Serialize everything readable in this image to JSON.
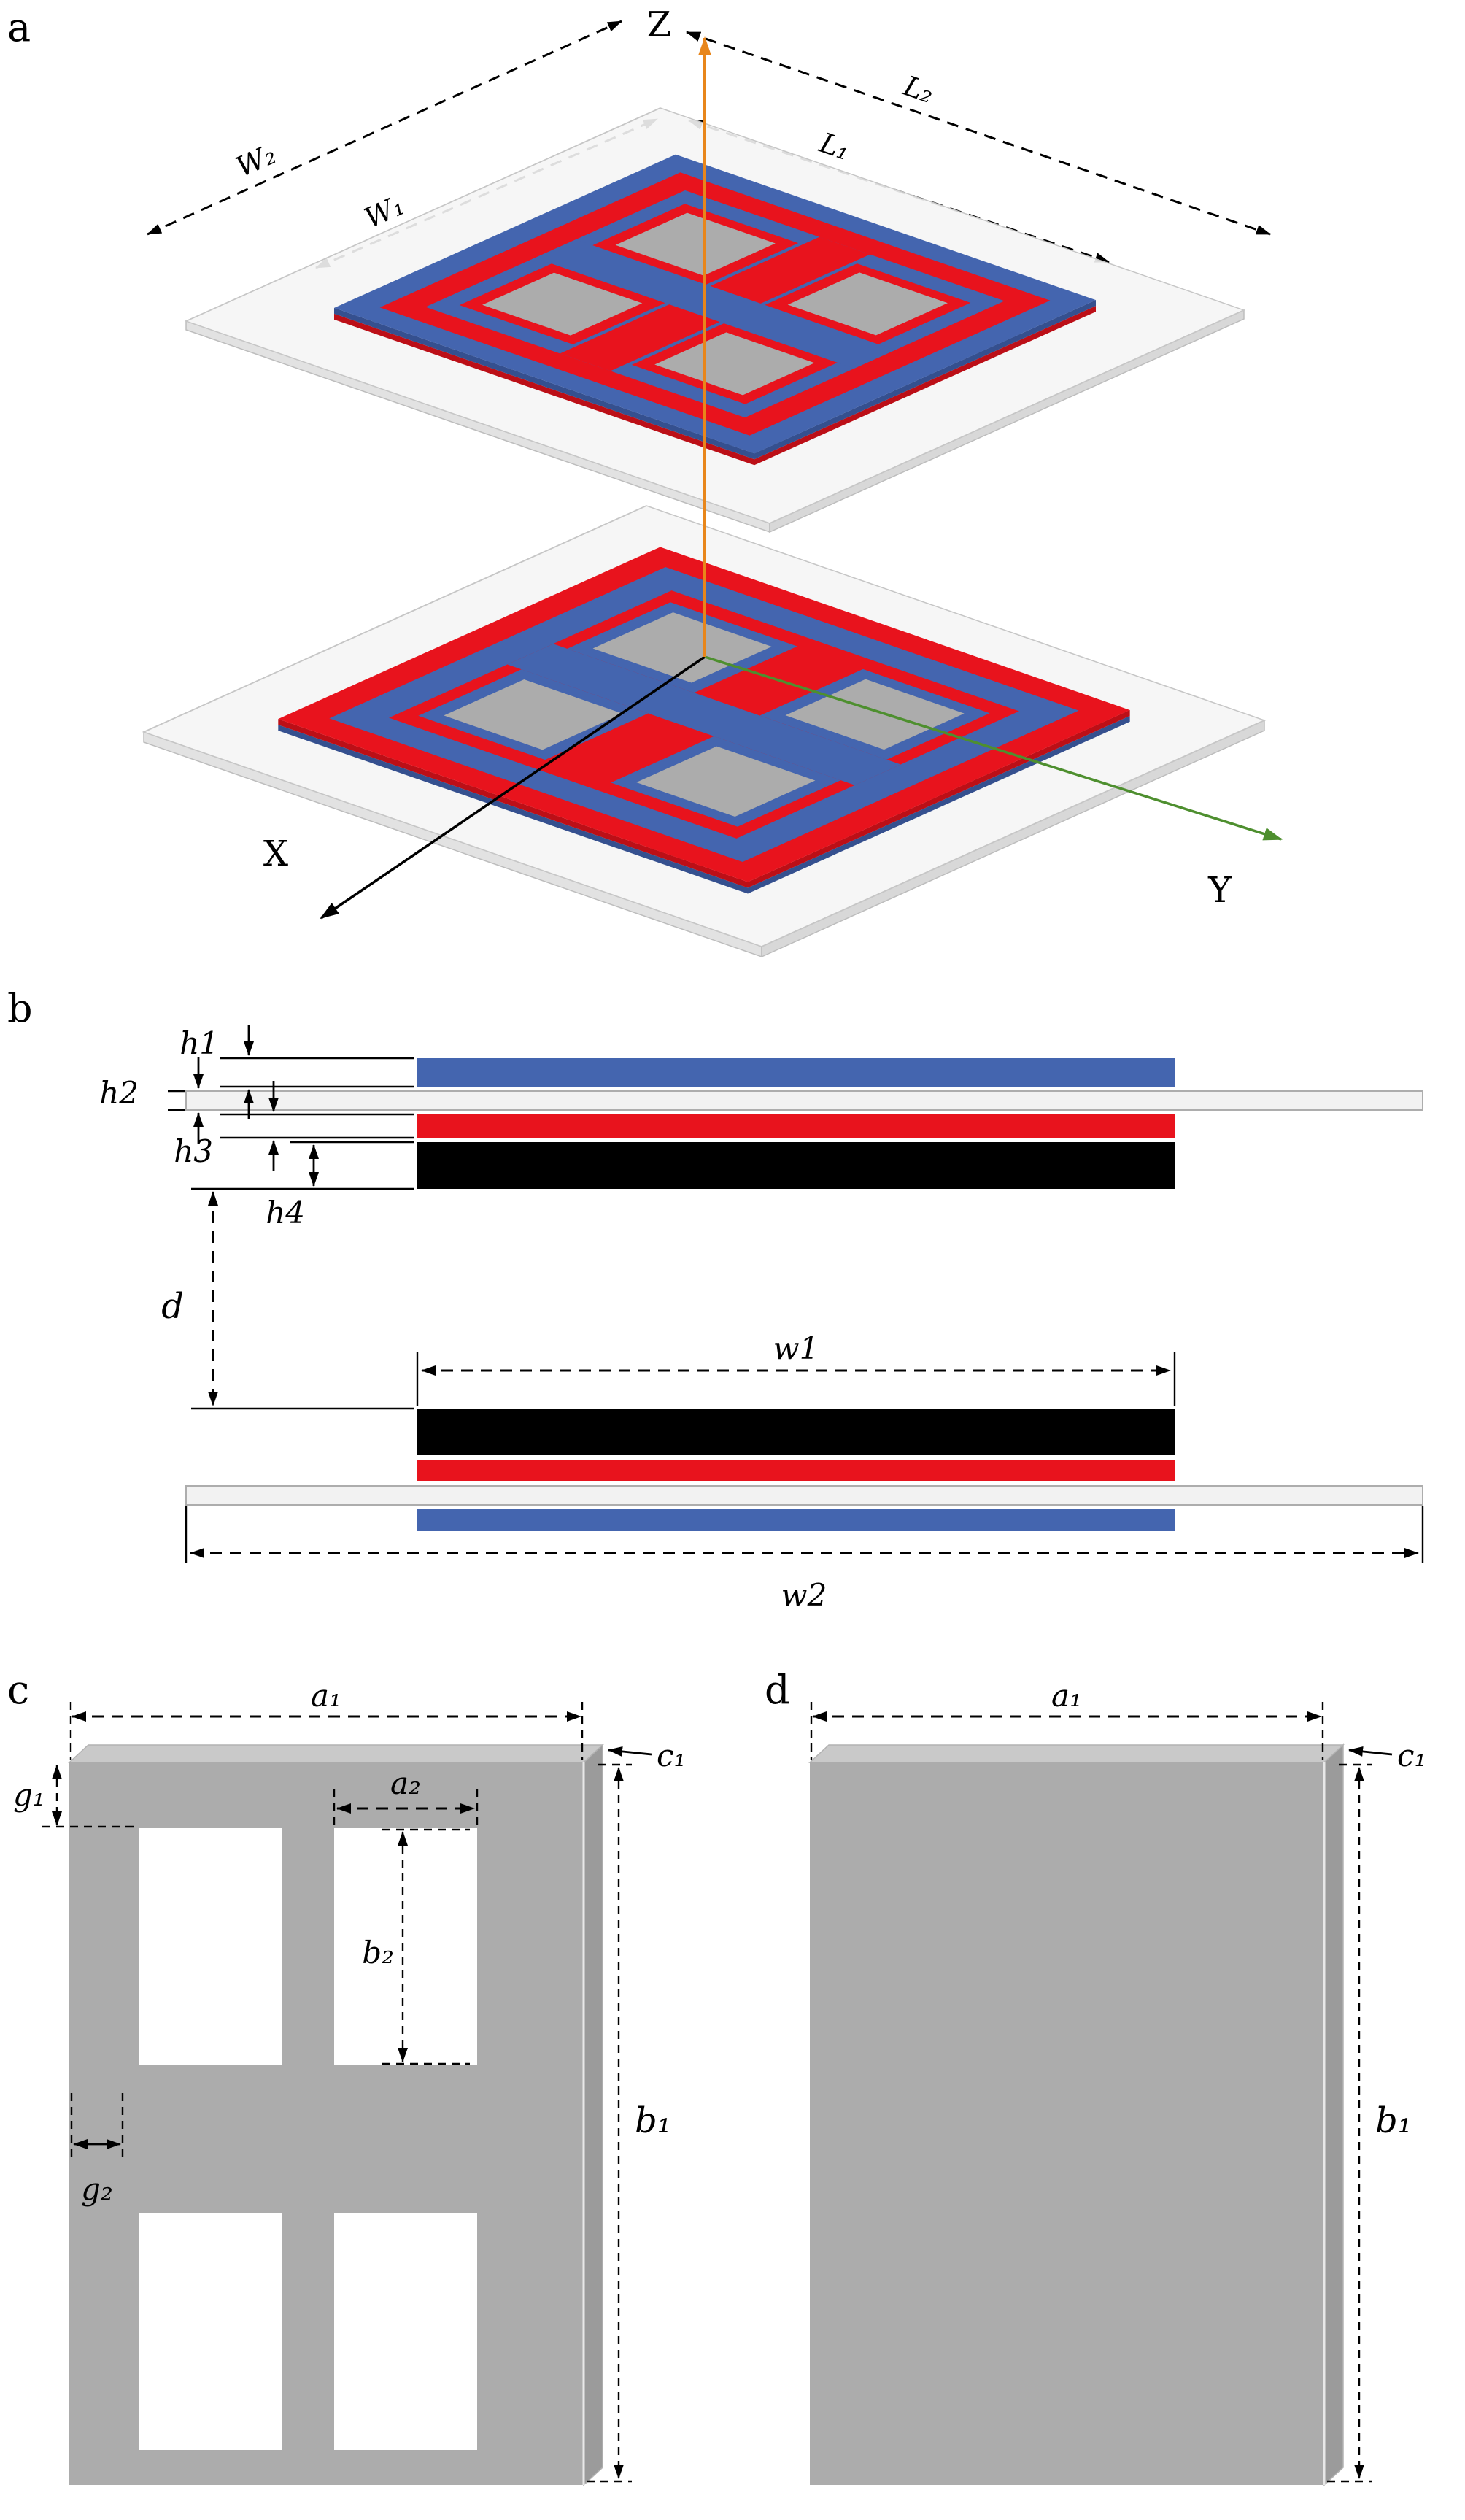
{
  "palette": {
    "blue": "#4465AF",
    "blue_dark": "#35508F",
    "red": "#E8131D",
    "red_dark": "#BC0F17",
    "black": "#000000",
    "substrate_gray": "#F2F2F2",
    "metal_gray": "#ACACAC",
    "axis_orange": "#E8861B",
    "axis_green": "#4E8F2F"
  },
  "panel_a": {
    "label": "a",
    "axis_labels": {
      "x": "X",
      "y": "Y",
      "z": "Z"
    },
    "dimensions": {
      "W2": "W₂",
      "W1": "W₁",
      "L2": "L₂",
      "L1": "L₁"
    }
  },
  "panel_b": {
    "label": "b",
    "dimensions": {
      "h1": "h1",
      "h2": "h2",
      "h3": "h3",
      "h4": "h4",
      "d": "d",
      "w1": "w1",
      "w2": "w2"
    }
  },
  "panel_c": {
    "label": "c",
    "dimensions": {
      "a1": "a₁",
      "a2": "a₂",
      "b1": "b₁",
      "b2": "b₂",
      "c1": "c₁",
      "g1": "g₁",
      "g2": "g₂"
    }
  },
  "panel_d": {
    "label": "d",
    "dimensions": {
      "a1": "a₁",
      "b1": "b₁",
      "c1": "c₁"
    }
  }
}
